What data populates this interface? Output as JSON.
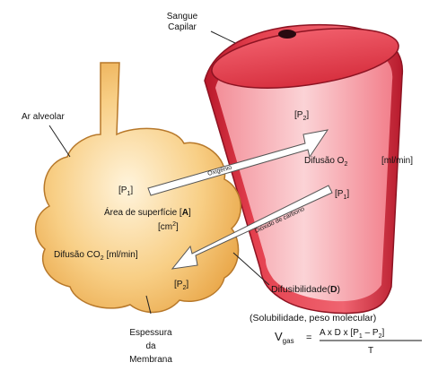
{
  "labels": {
    "capillary_line1": "Sangue",
    "capillary_line2": "Capilar",
    "alveolar_air": "Ar alveolar",
    "p2_top": "[P",
    "p2_top_sub": "2",
    "p2_top_close": "]",
    "p1_left": "[P",
    "p1_left_sub": "1",
    "p1_left_close": "]",
    "oxygen_arrow": "Oxigênio",
    "diffusion_o2": "Difusão O",
    "diffusion_o2_sub": "2",
    "unit_ml_min": "[ml/min]",
    "p1_right": "[P",
    "p1_right_sub": "1",
    "p1_right_close": "]",
    "surface_area_line1": "Área de superfície [",
    "surface_area_A": "A",
    "surface_area_close": "]",
    "surface_area_unit": "[cm",
    "surface_area_unit_sup": "2",
    "surface_area_unit_close": "]",
    "co2_arrow": "Dióxido de carbono",
    "diffusion_co2": "Difusão CO",
    "diffusion_co2_sub": "2",
    "diffusion_co2_unit": "[ml/min]",
    "p2_bottom": "[P",
    "p2_bottom_sub": "2",
    "p2_bottom_close": "]",
    "diffusibility": "Difusibilidade(",
    "diffusibility_D": "D",
    "diffusibility_close": ")",
    "solubility": "(Solubilidade, peso molecular)",
    "membrane_line1": "Espessura",
    "membrane_line2": "da",
    "membrane_line3": "Membrana"
  },
  "formula": {
    "v": "V",
    "v_sub": "gas",
    "equals": "=",
    "numerator": "A x D x [P",
    "num_sub1": "1",
    "num_mid": " – P",
    "num_sub2": "2",
    "num_close": "]",
    "denominator": "T"
  },
  "colors": {
    "alveolus_fill": "#f6c877",
    "alveolus_edge": "#b7782a",
    "vessel_outer": "#e8424f",
    "vessel_inner": "#f7a0a8",
    "arrow_fill": "#ffffff"
  }
}
